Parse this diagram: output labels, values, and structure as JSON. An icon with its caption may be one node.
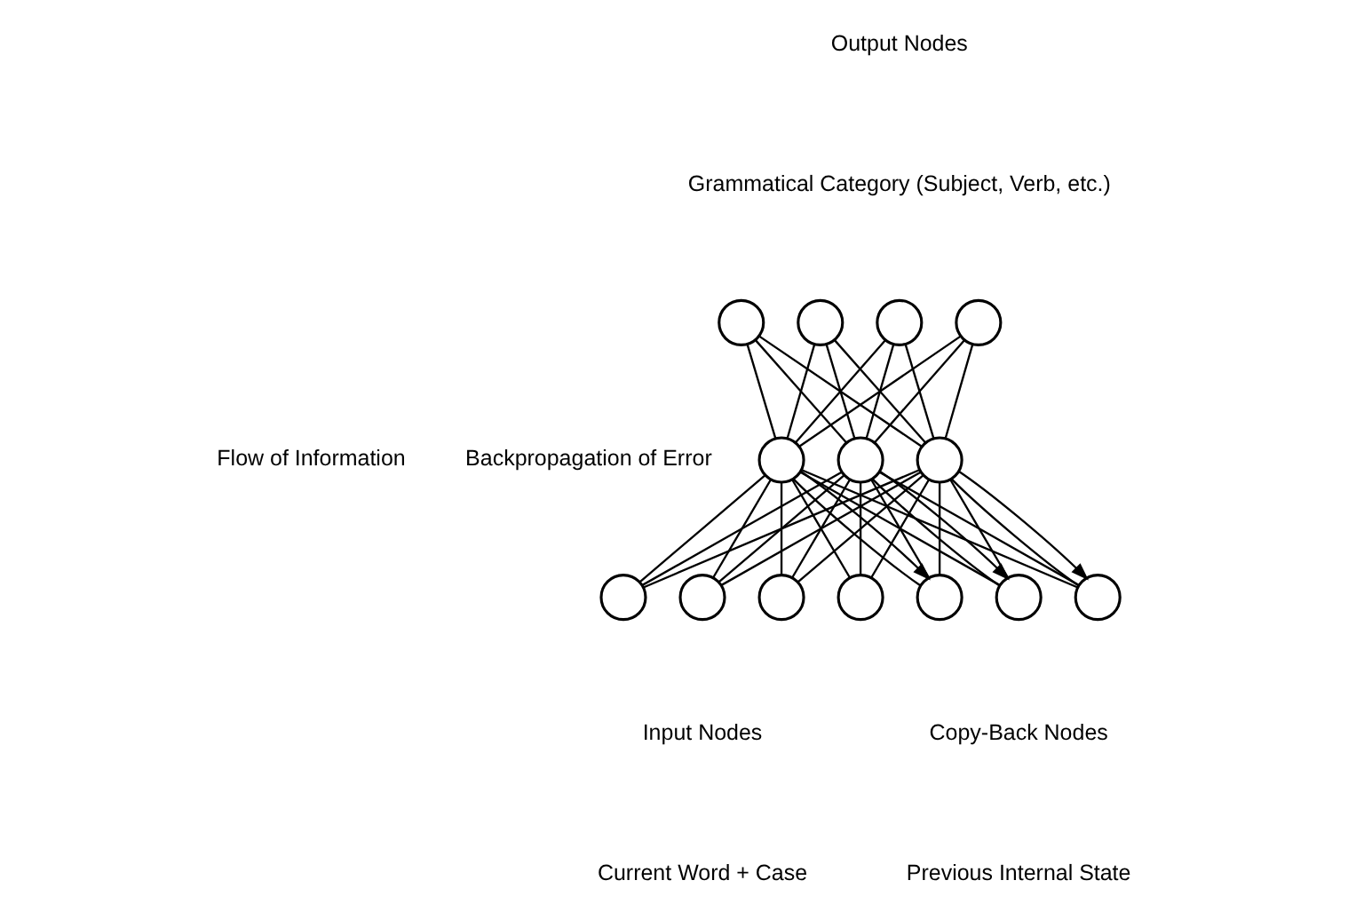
{
  "diagram": {
    "nodes": [
      {
        "text": [],
        "shape": "circle"
      },
      {
        "text": [],
        "shape": "circle"
      },
      {
        "text": [],
        "shape": "circle"
      },
      {
        "text": [],
        "shape": "circle"
      },
      {
        "text": [],
        "shape": "circle"
      },
      {
        "text": [],
        "shape": "circle"
      },
      {
        "text": [],
        "shape": "circle"
      },
      {
        "text": [],
        "shape": "circle"
      },
      {
        "text": [],
        "shape": "circle"
      },
      {
        "text": [],
        "shape": "circle"
      },
      {
        "text": [],
        "shape": "circle"
      },
      {
        "text": [],
        "shape": "circle"
      },
      {
        "text": [],
        "shape": "circle"
      },
      {
        "text": [],
        "shape": "circle"
      }
    ],
    "edges": [
      {
        "from": 0,
        "to": 4,
        "arrow": "none"
      },
      {
        "from": 0,
        "to": 5,
        "arrow": "none"
      },
      {
        "from": 0,
        "to": 6,
        "arrow": "none"
      },
      {
        "from": 1,
        "to": 4,
        "arrow": "none"
      },
      {
        "from": 1,
        "to": 5,
        "arrow": "none"
      },
      {
        "from": 1,
        "to": 6,
        "arrow": "none"
      },
      {
        "from": 2,
        "to": 4,
        "arrow": "none"
      },
      {
        "from": 2,
        "to": 5,
        "arrow": "none"
      },
      {
        "from": 2,
        "to": 6,
        "arrow": "none"
      },
      {
        "from": 3,
        "to": 4,
        "arrow": "none"
      },
      {
        "from": 3,
        "to": 5,
        "arrow": "none"
      },
      {
        "from": 3,
        "to": 6,
        "arrow": "none"
      },
      {
        "from": 4,
        "to": 7,
        "arrow": "none"
      },
      {
        "from": 4,
        "to": 8,
        "arrow": "none"
      },
      {
        "from": 4,
        "to": 9,
        "arrow": "none"
      },
      {
        "from": 4,
        "to": 10,
        "arrow": "none"
      },
      {
        "from": 5,
        "to": 7,
        "arrow": "none"
      },
      {
        "from": 5,
        "to": 8,
        "arrow": "none"
      },
      {
        "from": 5,
        "to": 9,
        "arrow": "none"
      },
      {
        "from": 5,
        "to": 10,
        "arrow": "none"
      },
      {
        "from": 6,
        "to": 7,
        "arrow": "none"
      },
      {
        "from": 6,
        "to": 8,
        "arrow": "none"
      },
      {
        "from": 6,
        "to": 9,
        "arrow": "none"
      },
      {
        "from": 6,
        "to": 10,
        "arrow": "none"
      },
      {
        "from": 4,
        "to": 11,
        "arrow": "none"
      },
      {
        "from": 4,
        "to": 12,
        "arrow": "none"
      },
      {
        "from": 4,
        "to": 13,
        "arrow": "none"
      },
      {
        "from": 5,
        "to": 11,
        "arrow": "none"
      },
      {
        "from": 5,
        "to": 12,
        "arrow": "none"
      },
      {
        "from": 5,
        "to": 13,
        "arrow": "none"
      },
      {
        "from": 6,
        "to": 11,
        "arrow": "none"
      },
      {
        "from": 6,
        "to": 12,
        "arrow": "none"
      },
      {
        "from": 6,
        "to": 13,
        "arrow": "none"
      },
      {
        "from": 4,
        "to": 11,
        "arrow": "to"
      },
      {
        "from": 5,
        "to": 12,
        "arrow": "to"
      },
      {
        "from": 6,
        "to": 13,
        "arrow": "to"
      }
    ],
    "labels": [
      "Output Nodes",
      "Grammatical Category (Subject, Verb, etc.)",
      "Flow of Information",
      "Backpropagation of Error",
      "Input Nodes",
      "Copy-Back Nodes",
      "Current Word + Case",
      "Previous Internal State"
    ]
  }
}
